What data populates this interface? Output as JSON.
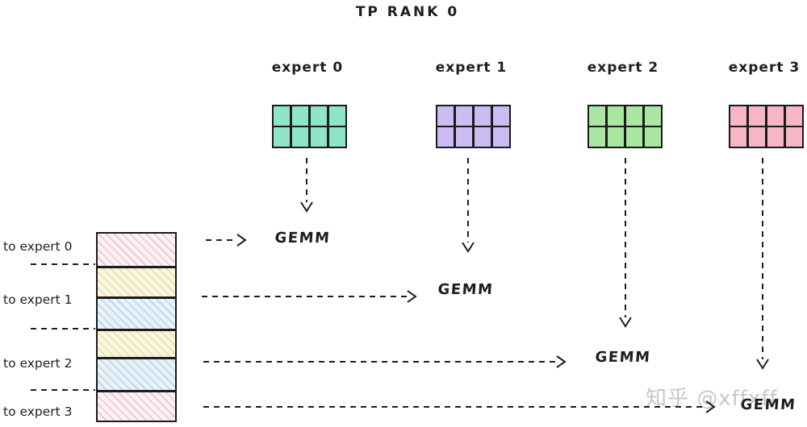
{
  "title": "TP RANK 0",
  "watermark": "知乎 @xffxff",
  "line_color": "#1e1e1e",
  "experts": [
    {
      "label": "expert 0",
      "fill": "#8ee6c7",
      "gemm": "GEMM"
    },
    {
      "label": "expert 1",
      "fill": "#cbbdf4",
      "gemm": "GEMM"
    },
    {
      "label": "expert 2",
      "fill": "#a9e7a2",
      "gemm": "GEMM"
    },
    {
      "label": "expert 3",
      "fill": "#f6b6c6",
      "gemm": "GEMM"
    }
  ],
  "token_stack": {
    "row_labels": [
      "to expert 0",
      "to expert 1",
      "to expert 2",
      "to expert 3"
    ],
    "segments": [
      {
        "color_name": "pink",
        "base": "#fdf1f3",
        "hatch": "#ecc3cd"
      },
      {
        "color_name": "yellow",
        "base": "#faf6dd",
        "hatch": "#e8deb2"
      },
      {
        "color_name": "blue",
        "base": "#e9f2f9",
        "hatch": "#b8d4e8"
      },
      {
        "color_name": "yellow",
        "base": "#faf6dd",
        "hatch": "#e8deb2"
      },
      {
        "color_name": "blue",
        "base": "#e9f2f9",
        "hatch": "#b8d4e8"
      },
      {
        "color_name": "pink",
        "base": "#fdf1f3",
        "hatch": "#ecc3cd"
      }
    ]
  }
}
